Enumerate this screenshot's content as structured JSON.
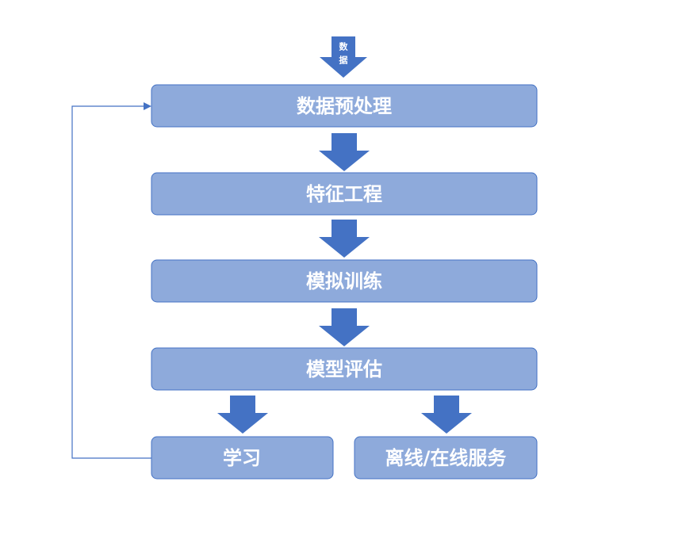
{
  "input": {
    "label_line1": "数",
    "label_line2": "据"
  },
  "steps": {
    "preprocess": "数据预处理",
    "feature_engineering": "特征工程",
    "model_training": "模拟训练",
    "model_evaluation": "模型评估",
    "learning": "学习",
    "serving": "离线/在线服务"
  },
  "colors": {
    "box_fill": "#8EAADB",
    "box_border": "#4472C4",
    "arrow": "#4472C4",
    "text": "#FFFFFF"
  }
}
